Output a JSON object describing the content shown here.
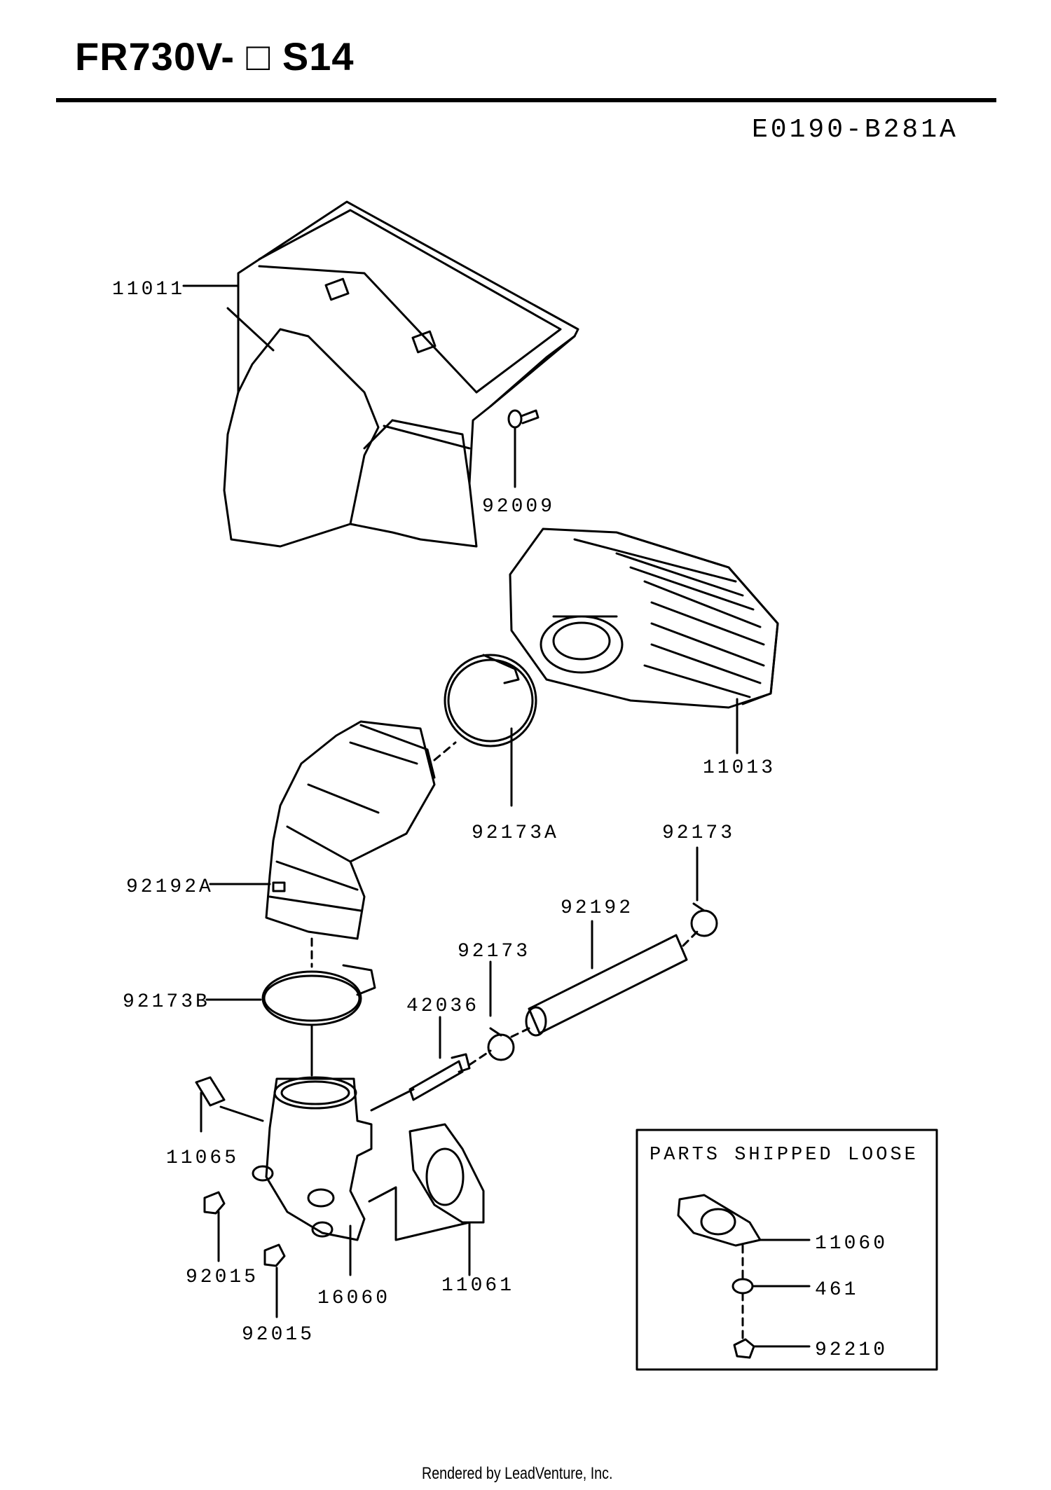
{
  "header": {
    "title": "FR730V- □ S14",
    "diagram_code": "E0190-B281A"
  },
  "loose_parts_box": {
    "title": "PARTS SHIPPED LOOSE"
  },
  "callouts": {
    "p11011": "11011",
    "p92009": "92009",
    "p11013": "11013",
    "p92173A": "92173A",
    "p92173_top": "92173",
    "p92192A": "92192A",
    "p92192": "92192",
    "p92173_mid": "92173",
    "p92173B": "92173B",
    "p42036": "42036",
    "p11065": "11065",
    "p92015_a": "92015",
    "p92015_b": "92015",
    "p16060": "16060",
    "p11061": "11061",
    "p11060": "11060",
    "p461": "461",
    "p92210": "92210"
  },
  "footer": {
    "text": "Rendered by LeadVenture, Inc."
  }
}
